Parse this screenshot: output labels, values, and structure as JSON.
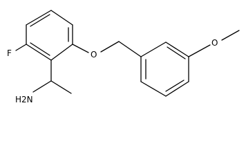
{
  "molecule": {
    "labels": {
      "fluorine": "F",
      "ether_oxygen": "O",
      "methoxy_oxygen": "O",
      "amine": "H2N"
    }
  }
}
